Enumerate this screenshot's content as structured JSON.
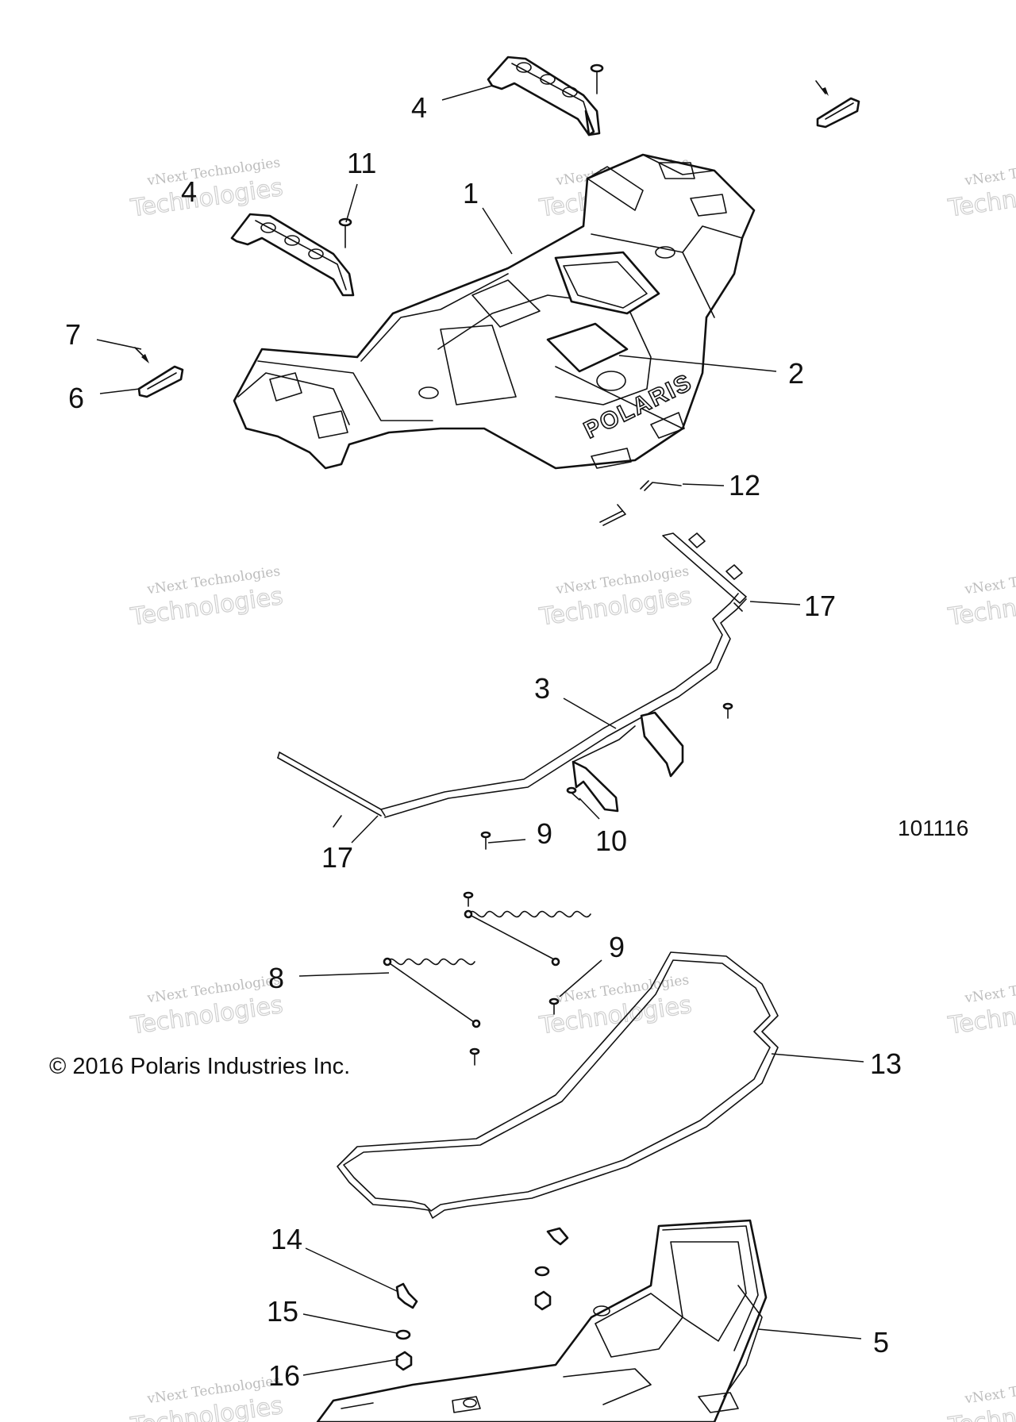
{
  "callouts": {
    "c1": "1",
    "c2": "2",
    "c3": "3",
    "c4a": "4",
    "c4b": "4",
    "c5": "5",
    "c6": "6",
    "c7": "7",
    "c8": "8",
    "c9a": "9",
    "c9b": "9",
    "c10": "10",
    "c11": "11",
    "c12": "12",
    "c13": "13",
    "c14": "14",
    "c15": "15",
    "c16": "16",
    "c17a": "17",
    "c17b": "17"
  },
  "drawing_number": "101116",
  "copyright": "© 2016 Polaris Industries Inc.",
  "brand_mark": "POLARIS",
  "watermark": {
    "line1": "vNext Technologies",
    "line2": "Technologies"
  }
}
